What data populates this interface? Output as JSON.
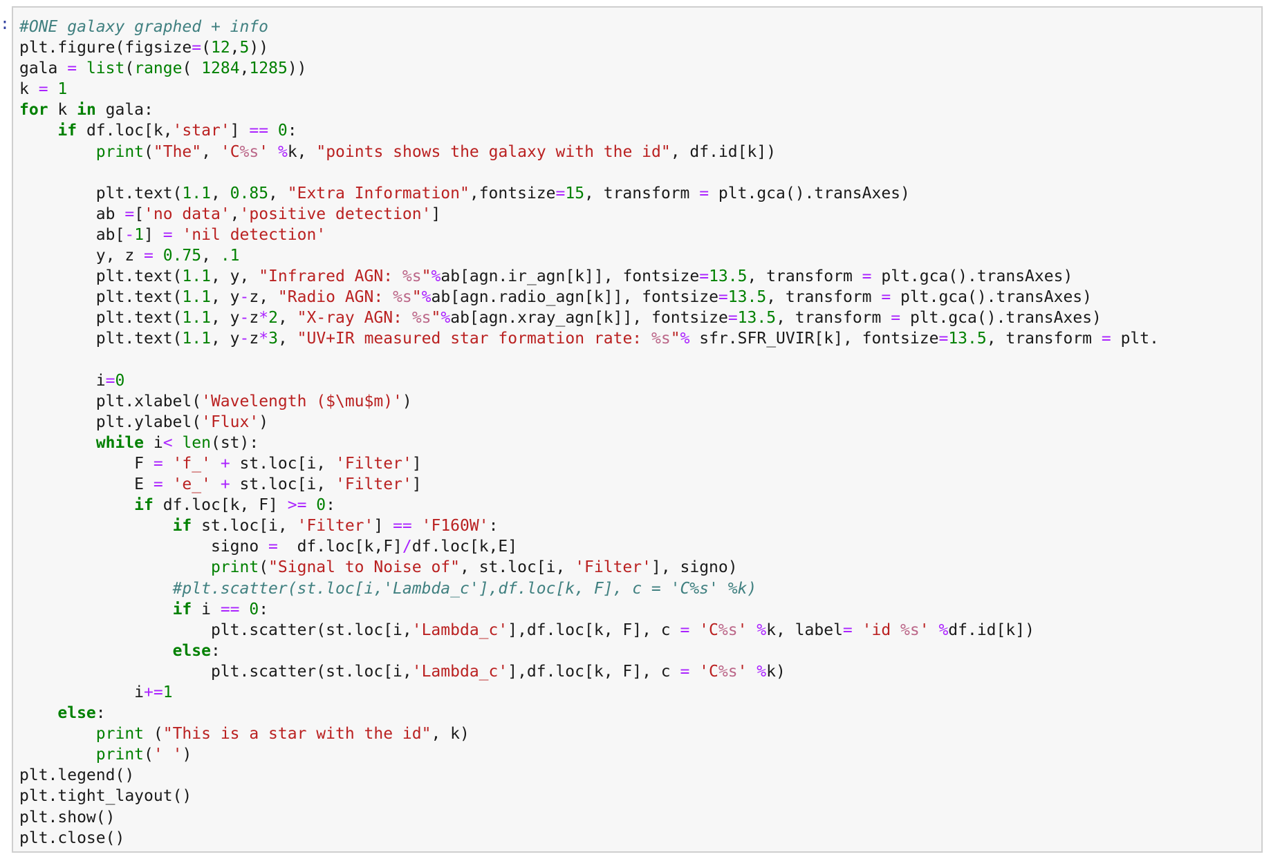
{
  "prompt": ":",
  "colors": {
    "keyword": "#008000",
    "operator": "#aa22ff",
    "number": "#008000",
    "string": "#ba2121",
    "comment": "#408080",
    "builtin": "#008000",
    "format_spec": "#bb6688",
    "text": "#1a1a1a",
    "cell_background": "#f7f7f7",
    "cell_border": "#cfcfcf"
  },
  "code_lines": [
    [
      [
        "cm",
        "#ONE galaxy graphed + info"
      ]
    ],
    [
      [
        "",
        "plt.figure(figsize"
      ],
      [
        "op",
        "="
      ],
      [
        "",
        "("
      ],
      [
        "num",
        "12"
      ],
      [
        "",
        ","
      ],
      [
        "num",
        "5"
      ],
      [
        "",
        "))"
      ]
    ],
    [
      [
        "",
        "gala "
      ],
      [
        "op",
        "="
      ],
      [
        "",
        ""
      ],
      [
        "bi",
        " list"
      ],
      [
        "",
        "("
      ],
      [
        "bi",
        "range"
      ],
      [
        "",
        "( "
      ],
      [
        "num",
        "1284"
      ],
      [
        "",
        ","
      ],
      [
        "num",
        "1285"
      ],
      [
        "",
        "))"
      ]
    ],
    [
      [
        "",
        "k "
      ],
      [
        "op",
        "="
      ],
      [
        "",
        ""
      ],
      [
        "num",
        " 1"
      ]
    ],
    [
      [
        "kw",
        "for"
      ],
      [
        "",
        " k "
      ],
      [
        "kw",
        "in"
      ],
      [
        "",
        " gala:"
      ]
    ],
    [
      [
        "",
        "    "
      ],
      [
        "kw",
        "if"
      ],
      [
        "",
        " df.loc[k,"
      ],
      [
        "str",
        "'star'"
      ],
      [
        "",
        "] "
      ],
      [
        "op",
        "=="
      ],
      [
        "",
        ""
      ],
      [
        "num",
        " 0"
      ],
      [
        "",
        ":"
      ]
    ],
    [
      [
        "",
        "        "
      ],
      [
        "bi",
        "print"
      ],
      [
        "",
        "("
      ],
      [
        "str",
        "\"The\""
      ],
      [
        "",
        ", "
      ],
      [
        "str",
        "'C"
      ],
      [
        "fmt",
        "%s"
      ],
      [
        "str",
        "'"
      ],
      [
        "",
        ""
      ],
      [
        "op",
        " %"
      ],
      [
        "",
        "k, "
      ],
      [
        "str",
        "\"points shows the galaxy with the id\""
      ],
      [
        "",
        ", df.id[k])"
      ]
    ],
    [
      [
        "",
        ""
      ]
    ],
    [
      [
        "",
        "        plt.text("
      ],
      [
        "num",
        "1.1"
      ],
      [
        "",
        ", "
      ],
      [
        "num",
        "0.85"
      ],
      [
        "",
        ", "
      ],
      [
        "str",
        "\"Extra Information\""
      ],
      [
        "",
        ",fontsize"
      ],
      [
        "op",
        "="
      ],
      [
        "num",
        "15"
      ],
      [
        "",
        ", transform "
      ],
      [
        "op",
        "="
      ],
      [
        "",
        ""
      ],
      [
        "",
        " plt.gca().transAxes)"
      ]
    ],
    [
      [
        "",
        "        ab "
      ],
      [
        "op",
        "="
      ],
      [
        "",
        "["
      ],
      [
        "str",
        "'no data'"
      ],
      [
        "",
        ","
      ],
      [
        "str",
        "'positive detection'"
      ],
      [
        "",
        "]"
      ]
    ],
    [
      [
        "",
        "        ab["
      ],
      [
        "op",
        "-"
      ],
      [
        "num",
        "1"
      ],
      [
        "",
        "] "
      ],
      [
        "op",
        "="
      ],
      [
        "",
        ""
      ],
      [
        "str",
        " 'nil detection'"
      ]
    ],
    [
      [
        "",
        "        y, z "
      ],
      [
        "op",
        "="
      ],
      [
        "",
        ""
      ],
      [
        "num",
        " 0.75"
      ],
      [
        "",
        ", "
      ],
      [
        "num",
        ".1"
      ]
    ],
    [
      [
        "",
        "        plt.text("
      ],
      [
        "num",
        "1.1"
      ],
      [
        "",
        ", y, "
      ],
      [
        "str",
        "\"Infrared AGN: "
      ],
      [
        "fmt",
        "%s"
      ],
      [
        "str",
        "\""
      ],
      [
        "op",
        "%"
      ],
      [
        "",
        "ab[agn.ir_agn[k]], fontsize"
      ],
      [
        "op",
        "="
      ],
      [
        "num",
        "13.5"
      ],
      [
        "",
        ", transform "
      ],
      [
        "op",
        "="
      ],
      [
        "",
        " plt.gca().transAxes)"
      ]
    ],
    [
      [
        "",
        "        plt.text("
      ],
      [
        "num",
        "1.1"
      ],
      [
        "",
        ", y"
      ],
      [
        "op",
        "-"
      ],
      [
        "",
        "z, "
      ],
      [
        "str",
        "\"Radio AGN: "
      ],
      [
        "fmt",
        "%s"
      ],
      [
        "str",
        "\""
      ],
      [
        "op",
        "%"
      ],
      [
        "",
        "ab[agn.radio_agn[k]], fontsize"
      ],
      [
        "op",
        "="
      ],
      [
        "num",
        "13.5"
      ],
      [
        "",
        ", transform "
      ],
      [
        "op",
        "="
      ],
      [
        "",
        " plt.gca().transAxes)"
      ]
    ],
    [
      [
        "",
        "        plt.text("
      ],
      [
        "num",
        "1.1"
      ],
      [
        "",
        ", y"
      ],
      [
        "op",
        "-"
      ],
      [
        "",
        "z"
      ],
      [
        "op",
        "*"
      ],
      [
        "num",
        "2"
      ],
      [
        "",
        ", "
      ],
      [
        "str",
        "\"X-ray AGN: "
      ],
      [
        "fmt",
        "%s"
      ],
      [
        "str",
        "\""
      ],
      [
        "op",
        "%"
      ],
      [
        "",
        "ab[agn.xray_agn[k]], fontsize"
      ],
      [
        "op",
        "="
      ],
      [
        "num",
        "13.5"
      ],
      [
        "",
        ", transform "
      ],
      [
        "op",
        "="
      ],
      [
        "",
        " plt.gca().transAxes)"
      ]
    ],
    [
      [
        "",
        "        plt.text("
      ],
      [
        "num",
        "1.1"
      ],
      [
        "",
        ", y"
      ],
      [
        "op",
        "-"
      ],
      [
        "",
        "z"
      ],
      [
        "op",
        "*"
      ],
      [
        "num",
        "3"
      ],
      [
        "",
        ", "
      ],
      [
        "str",
        "\"UV+IR measured star formation rate: "
      ],
      [
        "fmt",
        "%s"
      ],
      [
        "str",
        "\""
      ],
      [
        "op",
        "%"
      ],
      [
        "",
        " sfr.SFR_UVIR[k], fontsize"
      ],
      [
        "op",
        "="
      ],
      [
        "num",
        "13.5"
      ],
      [
        "",
        ", transform "
      ],
      [
        "op",
        "="
      ],
      [
        "",
        " plt."
      ]
    ],
    [
      [
        "",
        ""
      ]
    ],
    [
      [
        "",
        "        i"
      ],
      [
        "op",
        "="
      ],
      [
        "num",
        "0"
      ]
    ],
    [
      [
        "",
        "        plt.xlabel("
      ],
      [
        "str",
        "'Wavelength ($\\mu$m)'"
      ],
      [
        "",
        ")"
      ]
    ],
    [
      [
        "",
        "        plt.ylabel("
      ],
      [
        "str",
        "'Flux'"
      ],
      [
        "",
        ")"
      ]
    ],
    [
      [
        "",
        "        "
      ],
      [
        "kw",
        "while"
      ],
      [
        "",
        " i"
      ],
      [
        "op",
        "<"
      ],
      [
        "bi",
        " len"
      ],
      [
        "",
        "(st):"
      ]
    ],
    [
      [
        "",
        "            F "
      ],
      [
        "op",
        "="
      ],
      [
        "",
        ""
      ],
      [
        "str",
        " 'f_'"
      ],
      [
        "",
        ""
      ],
      [
        "op",
        " +"
      ],
      [
        "",
        " st.loc[i, "
      ],
      [
        "str",
        "'Filter'"
      ],
      [
        "",
        "]"
      ]
    ],
    [
      [
        "",
        "            E "
      ],
      [
        "op",
        "="
      ],
      [
        "",
        ""
      ],
      [
        "str",
        " 'e_'"
      ],
      [
        "",
        ""
      ],
      [
        "op",
        " +"
      ],
      [
        "",
        " st.loc[i, "
      ],
      [
        "str",
        "'Filter'"
      ],
      [
        "",
        "]"
      ]
    ],
    [
      [
        "",
        "            "
      ],
      [
        "kw",
        "if"
      ],
      [
        "",
        " df.loc[k, F] "
      ],
      [
        "op",
        ">="
      ],
      [
        "num",
        " 0"
      ],
      [
        "",
        ":"
      ]
    ],
    [
      [
        "",
        "                "
      ],
      [
        "kw",
        "if"
      ],
      [
        "",
        " st.loc[i, "
      ],
      [
        "str",
        "'Filter'"
      ],
      [
        "",
        "] "
      ],
      [
        "op",
        "=="
      ],
      [
        "str",
        " 'F160W'"
      ],
      [
        "",
        ":"
      ]
    ],
    [
      [
        "",
        "                    signo "
      ],
      [
        "op",
        "="
      ],
      [
        "",
        "  df.loc[k,F]"
      ],
      [
        "op",
        "/"
      ],
      [
        "",
        "df.loc[k,E]"
      ]
    ],
    [
      [
        "",
        "                    "
      ],
      [
        "bi",
        "print"
      ],
      [
        "",
        "("
      ],
      [
        "str",
        "\"Signal to Noise of\""
      ],
      [
        "",
        ", st.loc[i, "
      ],
      [
        "str",
        "'Filter'"
      ],
      [
        "",
        "], signo)"
      ]
    ],
    [
      [
        "",
        "                "
      ],
      [
        "cm",
        "#plt.scatter(st.loc[i,'Lambda_c'],df.loc[k, F], c = 'C%s' %k)"
      ]
    ],
    [
      [
        "",
        "                "
      ],
      [
        "kw",
        "if"
      ],
      [
        "",
        " i "
      ],
      [
        "op",
        "=="
      ],
      [
        "num",
        " 0"
      ],
      [
        "",
        ":"
      ]
    ],
    [
      [
        "",
        "                    plt.scatter(st.loc[i,"
      ],
      [
        "str",
        "'Lambda_c'"
      ],
      [
        "",
        "],df.loc[k, F], c "
      ],
      [
        "op",
        "="
      ],
      [
        "str",
        " 'C"
      ],
      [
        "fmt",
        "%s"
      ],
      [
        "str",
        "'"
      ],
      [
        "op",
        " %"
      ],
      [
        "",
        "k, label"
      ],
      [
        "op",
        "="
      ],
      [
        "str",
        " 'id "
      ],
      [
        "fmt",
        "%s"
      ],
      [
        "str",
        "'"
      ],
      [
        "op",
        " %"
      ],
      [
        "",
        "df.id[k])"
      ]
    ],
    [
      [
        "",
        "                "
      ],
      [
        "kw",
        "else"
      ],
      [
        "",
        ":"
      ]
    ],
    [
      [
        "",
        "                    plt.scatter(st.loc[i,"
      ],
      [
        "str",
        "'Lambda_c'"
      ],
      [
        "",
        "],df.loc[k, F], c "
      ],
      [
        "op",
        "="
      ],
      [
        "str",
        " 'C"
      ],
      [
        "fmt",
        "%s"
      ],
      [
        "str",
        "'"
      ],
      [
        "op",
        " %"
      ],
      [
        "",
        "k)"
      ]
    ],
    [
      [
        "",
        "            i"
      ],
      [
        "op",
        "+="
      ],
      [
        "num",
        "1"
      ]
    ],
    [
      [
        "",
        "    "
      ],
      [
        "kw",
        "else"
      ],
      [
        "",
        ":"
      ]
    ],
    [
      [
        "",
        "        "
      ],
      [
        "bi",
        "print"
      ],
      [
        "",
        " ("
      ],
      [
        "str",
        "\"This is a star with the id\""
      ],
      [
        "",
        ", k)"
      ]
    ],
    [
      [
        "",
        "        "
      ],
      [
        "bi",
        "print"
      ],
      [
        "",
        "("
      ],
      [
        "str",
        "' '"
      ],
      [
        "",
        ")"
      ]
    ],
    [
      [
        "",
        "plt.legend()"
      ]
    ],
    [
      [
        "",
        "plt.tight_layout()"
      ]
    ],
    [
      [
        "",
        "plt.show()"
      ]
    ],
    [
      [
        "",
        "plt.close()"
      ]
    ]
  ]
}
